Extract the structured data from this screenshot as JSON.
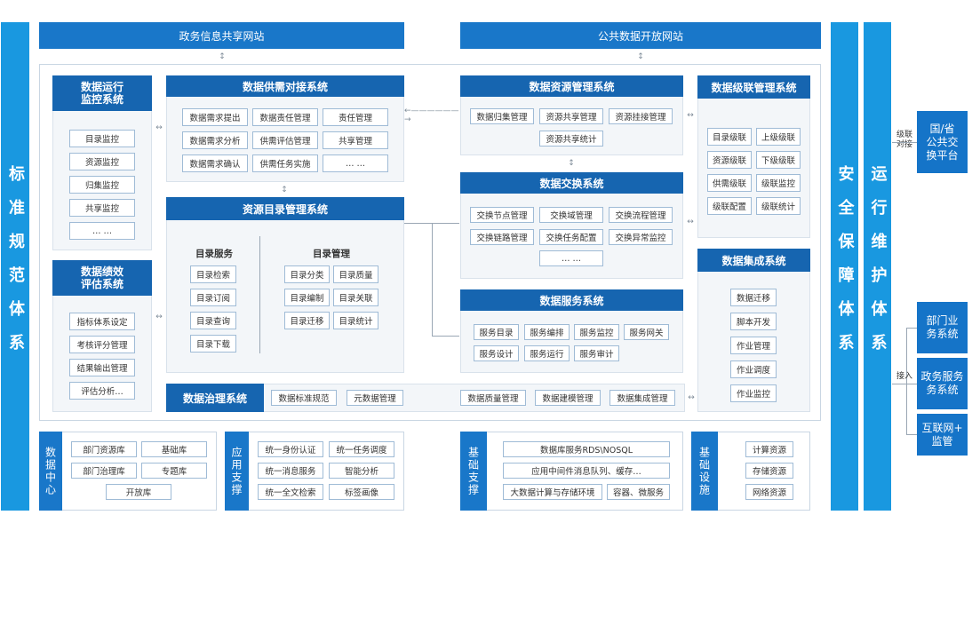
{
  "top": {
    "left": "政务信息共享网站",
    "right": "公共数据开放网站"
  },
  "side": {
    "left": "标准规范体系",
    "security": "安全保障体系",
    "ops": "运行维护体系"
  },
  "monitor": {
    "title": "数据运行\n监控系统",
    "items": [
      "目录监控",
      "资源监控",
      "归集监控",
      "共享监控",
      "… …"
    ]
  },
  "perf": {
    "title": "数据绩效\n评估系统",
    "items": [
      "指标体系设定",
      "考核评分管理",
      "结果输出管理",
      "评估分析…"
    ]
  },
  "supply": {
    "title": "数据供需对接系统",
    "items": [
      "数据需求提出",
      "数据责任管理",
      "责任管理",
      "数据需求分析",
      "供需评估管理",
      "共享管理",
      "数据需求确认",
      "供需任务实施",
      "… …"
    ]
  },
  "catalog": {
    "title": "资源目录管理系统",
    "service_title": "目录服务",
    "service_items": [
      "目录检索",
      "目录订阅",
      "目录查询",
      "目录下载"
    ],
    "mgmt_title": "目录管理",
    "mgmt_items": [
      "目录分类",
      "目录质量",
      "目录编制",
      "目录关联",
      "目录迁移",
      "目录统计"
    ]
  },
  "governance": {
    "title": "数据治理系统",
    "items": [
      "数据标准规范",
      "元数据管理",
      "数据质量管理",
      "数据建模管理",
      "数据集成管理"
    ]
  },
  "resource": {
    "title": "数据资源管理系统",
    "items": [
      "数据归集管理",
      "资源共享管理",
      "资源挂接管理",
      "资源共享统计"
    ]
  },
  "exchange": {
    "title": "数据交换系统",
    "items": [
      "交换节点管理",
      "交换域管理",
      "交换流程管理",
      "交换链路管理",
      "交换任务配置",
      "交换异常监控",
      "… …"
    ]
  },
  "service": {
    "title": "数据服务系统",
    "items": [
      "服务目录",
      "服务编排",
      "服务监控",
      "服务网关",
      "服务设计",
      "服务运行",
      "服务审计"
    ]
  },
  "cascade": {
    "title": "数据级联管理系统",
    "items": [
      "目录级联",
      "上级级联",
      "资源级联",
      "下级级联",
      "供需级联",
      "级联监控",
      "级联配置",
      "级联统计"
    ]
  },
  "integration": {
    "title": "数据集成系统",
    "items": [
      "数据迁移",
      "脚本开发",
      "作业管理",
      "作业调度",
      "作业监控"
    ]
  },
  "bottom": {
    "datacenter": {
      "title": "数据中心",
      "items": [
        "部门资源库",
        "基础库",
        "部门治理库",
        "专题库",
        "开放库"
      ]
    },
    "app": {
      "title": "应用支撑",
      "items": [
        "统一身份认证",
        "统一任务调度",
        "统一消息服务",
        "智能分析",
        "统一全文检索",
        "标签画像"
      ]
    },
    "base": {
      "title": "基础支撑",
      "items": [
        "数据库服务RDS\\NOSQL",
        "应用中间件消息队列、缓存…",
        "大数据计算与存储环境",
        "容器、微服务"
      ]
    },
    "infra": {
      "title": "基础设施",
      "items": [
        "计算资源",
        "存储资源",
        "网络资源"
      ]
    }
  },
  "right": {
    "national": "国/省\n公共交\n换平台",
    "link_label1": "级联\n对接",
    "dept": "部门业\n务系统",
    "gov": "政务服务\n务系统",
    "internet": "互联网+\n监管",
    "link_label2": "接入"
  },
  "colors": {
    "primary": "#1665b0",
    "side": "#1998e0",
    "panel": "#f3f6f9"
  }
}
